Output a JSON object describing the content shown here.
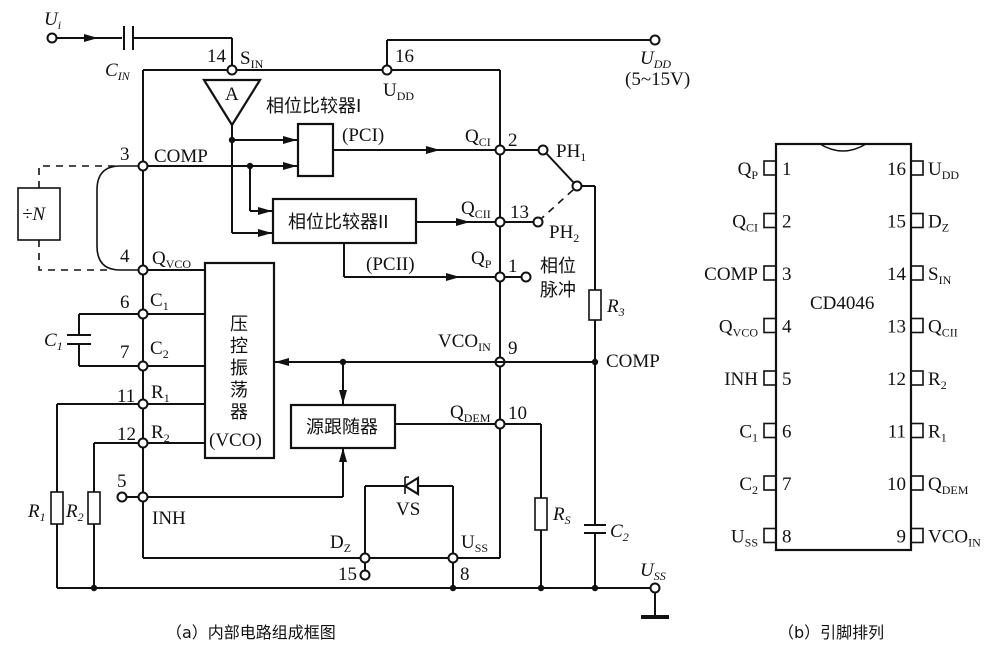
{
  "figure": {
    "caption_a": "（a）内部电路组成框图",
    "caption_b": "（b）引脚排列"
  },
  "block_diagram": {
    "input": {
      "label": "U",
      "sub": "i"
    },
    "cin": {
      "label": "C",
      "sub": "IN"
    },
    "udd_ext": {
      "label": "U",
      "sub": "DD",
      "range": "(5~15V)"
    },
    "amp_label": "A",
    "pc1_title": "相位比较器I",
    "pc1_out": "(PCI)",
    "pc2_title": "相位比较器II",
    "pc2_out": "(PCII)",
    "vco_chars": [
      "压",
      "控",
      "振",
      "荡",
      "器"
    ],
    "vco_tag": "(VCO)",
    "follower": "源跟随器",
    "divider": "÷N",
    "ph1": {
      "label": "PH",
      "sub": "1"
    },
    "ph2": {
      "label": "PH",
      "sub": "2"
    },
    "phase_pulse": [
      "相位",
      "脉冲"
    ],
    "r3": {
      "label": "R",
      "sub": "3"
    },
    "comp_right": "COMP",
    "rs": {
      "label": "R",
      "sub": "S"
    },
    "c2_ext": {
      "label": "C",
      "sub": "2"
    },
    "c1_ext": {
      "label": "C",
      "sub": "1"
    },
    "r1_ext": {
      "label": "R",
      "sub": "1"
    },
    "r2_ext": {
      "label": "R",
      "sub": "2"
    },
    "diode": "VS",
    "uss_ext": {
      "label": "U",
      "sub": "SS"
    },
    "pins": {
      "p14": {
        "num": "14",
        "name": "S",
        "sub": "IN"
      },
      "p16": {
        "num": "16",
        "name": "U",
        "sub": "DD"
      },
      "p3": {
        "num": "3",
        "name": "COMP",
        "sub": ""
      },
      "p4": {
        "num": "4",
        "name": "Q",
        "sub": "VCO"
      },
      "p6": {
        "num": "6",
        "name": "C",
        "sub": "1"
      },
      "p7": {
        "num": "7",
        "name": "C",
        "sub": "2"
      },
      "p11": {
        "num": "11",
        "name": "R",
        "sub": "1"
      },
      "p12": {
        "num": "12",
        "name": "R",
        "sub": "2"
      },
      "p5": {
        "num": "5",
        "name": "INH",
        "sub": ""
      },
      "p2": {
        "num": "2",
        "name": "Q",
        "sub": "CI"
      },
      "p13": {
        "num": "13",
        "name": "Q",
        "sub": "CII"
      },
      "p1": {
        "num": "1",
        "name": "Q",
        "sub": "P"
      },
      "p9": {
        "num": "9",
        "name": "VCO",
        "sub": "IN"
      },
      "p10": {
        "num": "10",
        "name": "Q",
        "sub": "DEM"
      },
      "p15": {
        "num": "15",
        "name": "D",
        "sub": "Z"
      },
      "p8": {
        "num": "8",
        "name": "U",
        "sub": "SS"
      }
    }
  },
  "pinout": {
    "chip": "CD4046",
    "left": [
      {
        "num": "1",
        "name": "Q",
        "sub": "P"
      },
      {
        "num": "2",
        "name": "Q",
        "sub": "CI"
      },
      {
        "num": "3",
        "name": "COMP",
        "sub": ""
      },
      {
        "num": "4",
        "name": "Q",
        "sub": "VCO"
      },
      {
        "num": "5",
        "name": "INH",
        "sub": ""
      },
      {
        "num": "6",
        "name": "C",
        "sub": "1"
      },
      {
        "num": "7",
        "name": "C",
        "sub": "2"
      },
      {
        "num": "8",
        "name": "U",
        "sub": "SS"
      }
    ],
    "right": [
      {
        "num": "16",
        "name": "U",
        "sub": "DD"
      },
      {
        "num": "15",
        "name": "D",
        "sub": "Z"
      },
      {
        "num": "14",
        "name": "S",
        "sub": "IN"
      },
      {
        "num": "13",
        "name": "Q",
        "sub": "CII"
      },
      {
        "num": "12",
        "name": "R",
        "sub": "2"
      },
      {
        "num": "11",
        "name": "R",
        "sub": "1"
      },
      {
        "num": "10",
        "name": "Q",
        "sub": "DEM"
      },
      {
        "num": "9",
        "name": "VCO",
        "sub": "IN"
      }
    ]
  }
}
